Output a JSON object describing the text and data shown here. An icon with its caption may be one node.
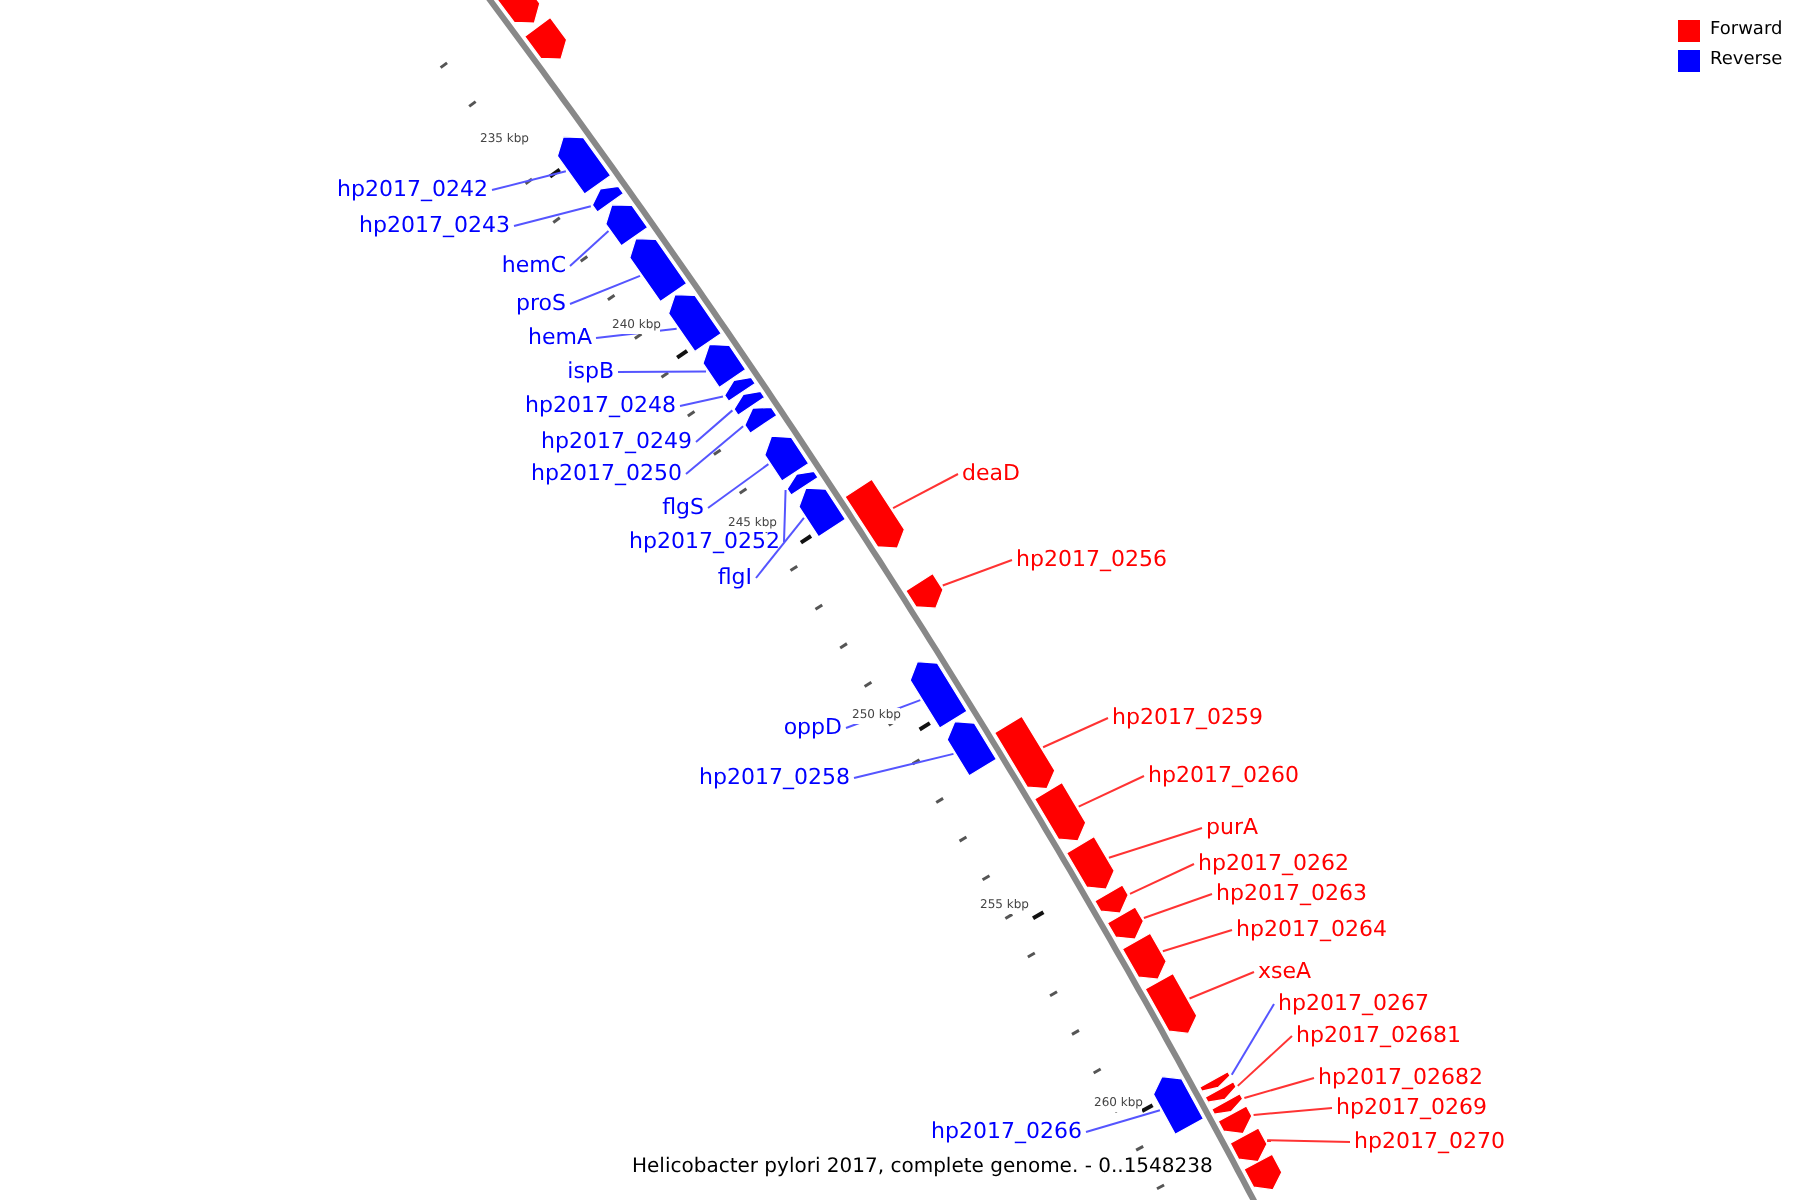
{
  "diagram": {
    "caption": "Helicobacter pylori 2017, complete genome. - 0..1548238",
    "nodes": [
      {
        "text": [
          "hp2017_0242"
        ]
      },
      {
        "text": [],
        "shape": "bar"
      },
      {
        "text": [
          "hp2017_0243"
        ]
      },
      {
        "text": [],
        "shape": "bar"
      },
      {
        "text": [
          "hemC"
        ]
      },
      {
        "text": [],
        "shape": "bar"
      },
      {
        "text": [
          "proS"
        ]
      },
      {
        "text": [],
        "shape": "bar"
      },
      {
        "text": [
          "hemA"
        ]
      },
      {
        "text": [],
        "shape": "bar"
      },
      {
        "text": [
          "ispB"
        ]
      },
      {
        "text": [],
        "shape": "bar"
      },
      {
        "text": [
          "hp2017_0248"
        ]
      },
      {
        "text": [],
        "shape": "bar"
      },
      {
        "text": [
          "hp2017_0249"
        ]
      },
      {
        "text": [],
        "shape": "bar"
      },
      {
        "text": [
          "hp2017_0250"
        ]
      },
      {
        "text": [],
        "shape": "bar"
      },
      {
        "text": [
          "flgS"
        ]
      },
      {
        "text": [],
        "shape": "bar"
      },
      {
        "text": [
          "hp2017_0252"
        ]
      },
      {
        "text": [],
        "shape": "bar"
      },
      {
        "text": [
          "flgI"
        ]
      },
      {
        "text": [],
        "shape": "bar"
      },
      {
        "text": [
          "deaD"
        ]
      },
      {
        "text": [],
        "shape": "bar"
      },
      {
        "text": [
          "hp2017_0256"
        ]
      },
      {
        "text": [],
        "shape": "bar"
      },
      {
        "text": [
          "oppD"
        ]
      },
      {
        "text": [],
        "shape": "bar"
      },
      {
        "text": [
          "hp2017_0258"
        ]
      },
      {
        "text": [],
        "shape": "bar"
      },
      {
        "text": [
          "hp2017_0259"
        ]
      },
      {
        "text": [],
        "shape": "bar"
      },
      {
        "text": [
          "hp2017_0260"
        ]
      },
      {
        "text": [],
        "shape": "bar"
      },
      {
        "text": [
          "purA"
        ]
      },
      {
        "text": [],
        "shape": "bar"
      },
      {
        "text": [
          "hp2017_0262"
        ]
      },
      {
        "text": [],
        "shape": "bar"
      },
      {
        "text": [
          "hp2017_0263"
        ]
      },
      {
        "text": [],
        "shape": "bar"
      },
      {
        "text": [
          "hp2017_0264"
        ]
      },
      {
        "text": [],
        "shape": "bar"
      },
      {
        "text": [
          "xseA"
        ]
      },
      {
        "text": [],
        "shape": "bar"
      },
      {
        "text": [
          "hp2017_0266"
        ]
      },
      {
        "text": [],
        "shape": "bar"
      },
      {
        "text": [
          "hp2017_0267"
        ]
      },
      {
        "text": [],
        "shape": "bar"
      },
      {
        "text": [
          "hp2017_02681"
        ]
      },
      {
        "text": [],
        "shape": "bar"
      },
      {
        "text": [
          "hp2017_02682"
        ]
      },
      {
        "text": [],
        "shape": "bar"
      },
      {
        "text": [
          "hp2017_0269"
        ]
      },
      {
        "text": [],
        "shape": "bar"
      },
      {
        "text": [
          "hp2017_0270"
        ]
      },
      {
        "text": [],
        "shape": "bar"
      },
      {
        "text": [],
        "shape": "bar"
      },
      {
        "text": [],
        "shape": "bar"
      },
      {
        "text": [],
        "shape": "bar"
      }
    ],
    "edges": [
      {
        "from": 0,
        "to": 1,
        "arrow": "none"
      },
      {
        "from": 2,
        "to": 3,
        "arrow": "none"
      },
      {
        "from": 4,
        "to": 5,
        "arrow": "none"
      },
      {
        "from": 6,
        "to": 7,
        "arrow": "none"
      },
      {
        "from": 8,
        "to": 9,
        "arrow": "none"
      },
      {
        "from": 10,
        "to": 11,
        "arrow": "none"
      },
      {
        "from": 12,
        "to": 13,
        "arrow": "none"
      },
      {
        "from": 14,
        "to": 15,
        "arrow": "none"
      },
      {
        "from": 16,
        "to": 17,
        "arrow": "none"
      },
      {
        "from": 18,
        "to": 19,
        "arrow": "none"
      },
      {
        "from": 20,
        "to": 21,
        "arrow": "none"
      },
      {
        "from": 22,
        "to": 23,
        "arrow": "none"
      },
      {
        "from": 24,
        "to": 25,
        "arrow": "none",
        "color": "#ff3333"
      },
      {
        "from": 26,
        "to": 27,
        "arrow": "none",
        "color": "#ff3333"
      },
      {
        "from": 28,
        "to": 29,
        "arrow": "none"
      },
      {
        "from": 30,
        "to": 31,
        "arrow": "none"
      },
      {
        "from": 32,
        "to": 33,
        "arrow": "none",
        "color": "#ff3333"
      },
      {
        "from": 34,
        "to": 35,
        "arrow": "none",
        "color": "#ff3333"
      },
      {
        "from": 36,
        "to": 37,
        "arrow": "none",
        "color": "#ff3333"
      },
      {
        "from": 38,
        "to": 39,
        "arrow": "none",
        "color": "#ff3333"
      },
      {
        "from": 40,
        "to": 41,
        "arrow": "none",
        "color": "#ff3333"
      },
      {
        "from": 42,
        "to": 43,
        "arrow": "none",
        "color": "#ff3333"
      },
      {
        "from": 44,
        "to": 45,
        "arrow": "none",
        "color": "#ff3333"
      },
      {
        "from": 46,
        "to": 47,
        "arrow": "none"
      },
      {
        "from": 48,
        "to": 49,
        "arrow": "none"
      },
      {
        "from": 50,
        "to": 51,
        "arrow": "none",
        "color": "#ff3333"
      },
      {
        "from": 52,
        "to": 53,
        "arrow": "none",
        "color": "#ff3333"
      },
      {
        "from": 54,
        "to": 55,
        "arrow": "none",
        "color": "#ff3333"
      },
      {
        "from": 56,
        "to": 57,
        "arrow": "none",
        "color": "#ff3333"
      }
    ],
    "labels": [
      "235 kbp",
      "240 kbp",
      "245 kbp",
      "250 kbp",
      "255 kbp",
      "260 kbp"
    ],
    "legend": [
      {
        "text": "Forward",
        "color": "#ff0000"
      },
      {
        "text": "Reverse",
        "color": "#0000ff"
      }
    ]
  }
}
